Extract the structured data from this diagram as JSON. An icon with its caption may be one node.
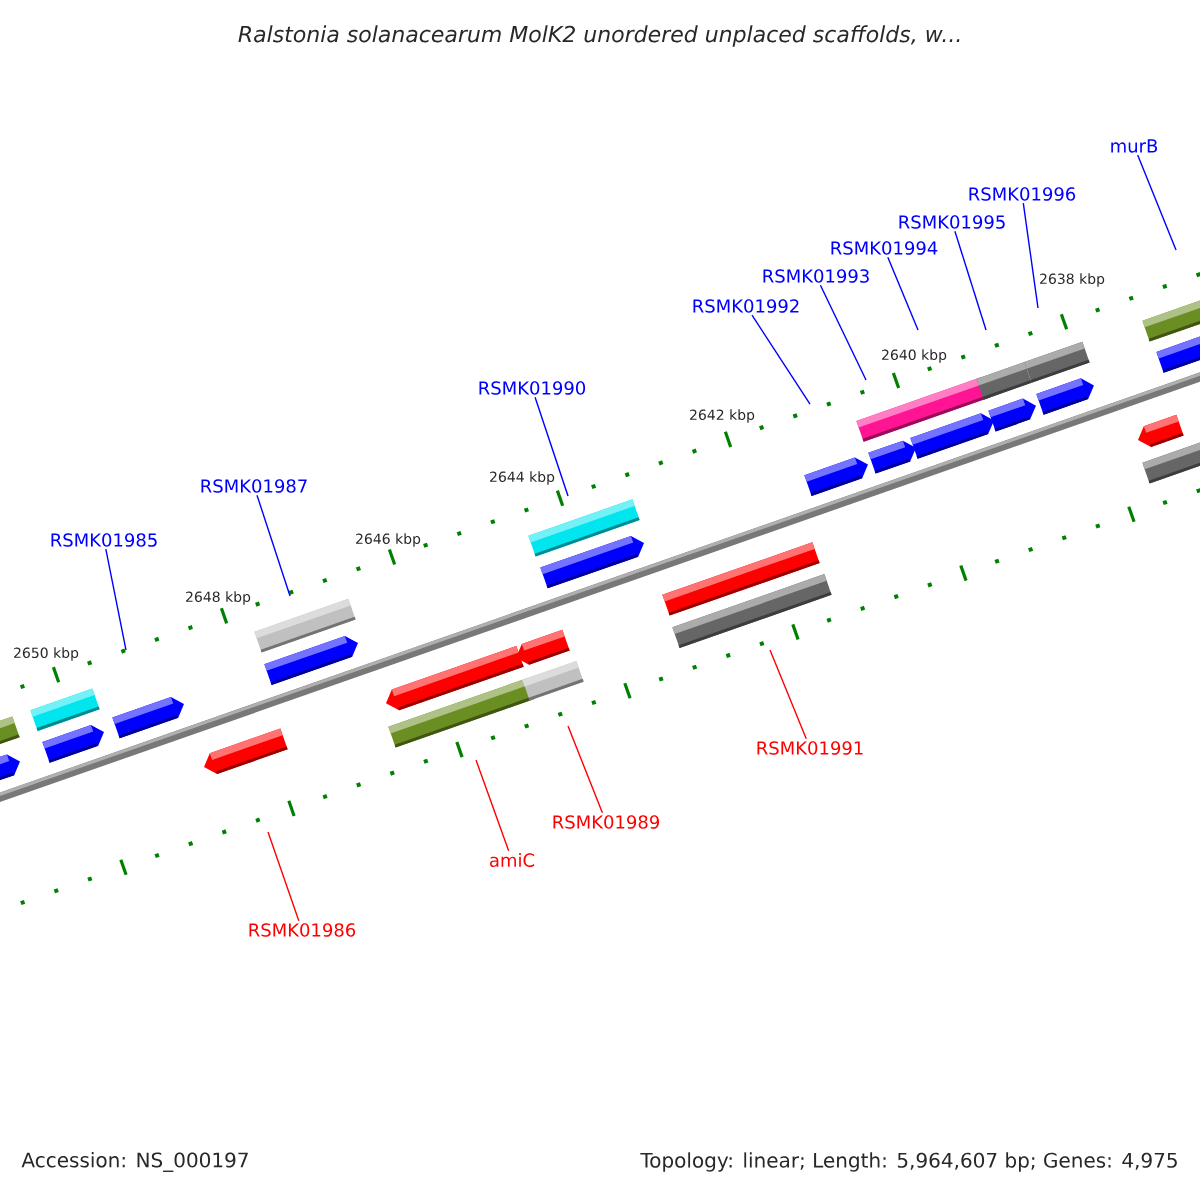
{
  "diagram": {
    "title": "Ralstonia solanacearum MolK2 unordered unplaced scaffolds, w...",
    "nodes": [
      {
        "text": [
          "RSMK01985"
        ]
      },
      {
        "text": [
          "RSMK01987"
        ]
      },
      {
        "text": [
          "RSMK01990"
        ]
      },
      {
        "text": [
          "RSMK01992"
        ]
      },
      {
        "text": [
          "RSMK01993"
        ]
      },
      {
        "text": [
          "RSMK01994"
        ]
      },
      {
        "text": [
          "RSMK01995"
        ]
      },
      {
        "text": [
          "RSMK01996"
        ]
      },
      {
        "text": [
          "murB"
        ]
      },
      {
        "text": [
          "RSMK01986"
        ]
      },
      {
        "text": [
          "amiC"
        ]
      },
      {
        "text": [
          "RSMK01989"
        ]
      },
      {
        "text": [
          "RSMK01991"
        ]
      }
    ],
    "edges": [
      {
        "from": 0,
        "to": null,
        "arrow": "none"
      },
      {
        "from": 1,
        "to": null,
        "arrow": "none"
      },
      {
        "from": 2,
        "to": null,
        "arrow": "none"
      },
      {
        "from": 3,
        "to": null,
        "arrow": "none"
      },
      {
        "from": 4,
        "to": null,
        "arrow": "none"
      },
      {
        "from": 5,
        "to": null,
        "arrow": "none"
      },
      {
        "from": 6,
        "to": null,
        "arrow": "none"
      },
      {
        "from": 7,
        "to": null,
        "arrow": "none"
      },
      {
        "from": 8,
        "to": null,
        "arrow": "none"
      },
      {
        "from": 9,
        "to": null,
        "arrow": "none",
        "color": "#ff0000"
      },
      {
        "from": 10,
        "to": null,
        "arrow": "none",
        "color": "#ff0000"
      },
      {
        "from": 11,
        "to": null,
        "arrow": "none",
        "color": "#ff0000"
      },
      {
        "from": 12,
        "to": null,
        "arrow": "none",
        "color": "#ff0000"
      }
    ],
    "labels": [
      "2638 kbp",
      "2640 kbp",
      "2642 kbp",
      "2644 kbp",
      "2646 kbp",
      "2648 kbp",
      "2650 kbp",
      "Accession: NS_000197",
      "Topology: linear; Length: 5,964,607 bp; Genes: 4,975"
    ]
  }
}
